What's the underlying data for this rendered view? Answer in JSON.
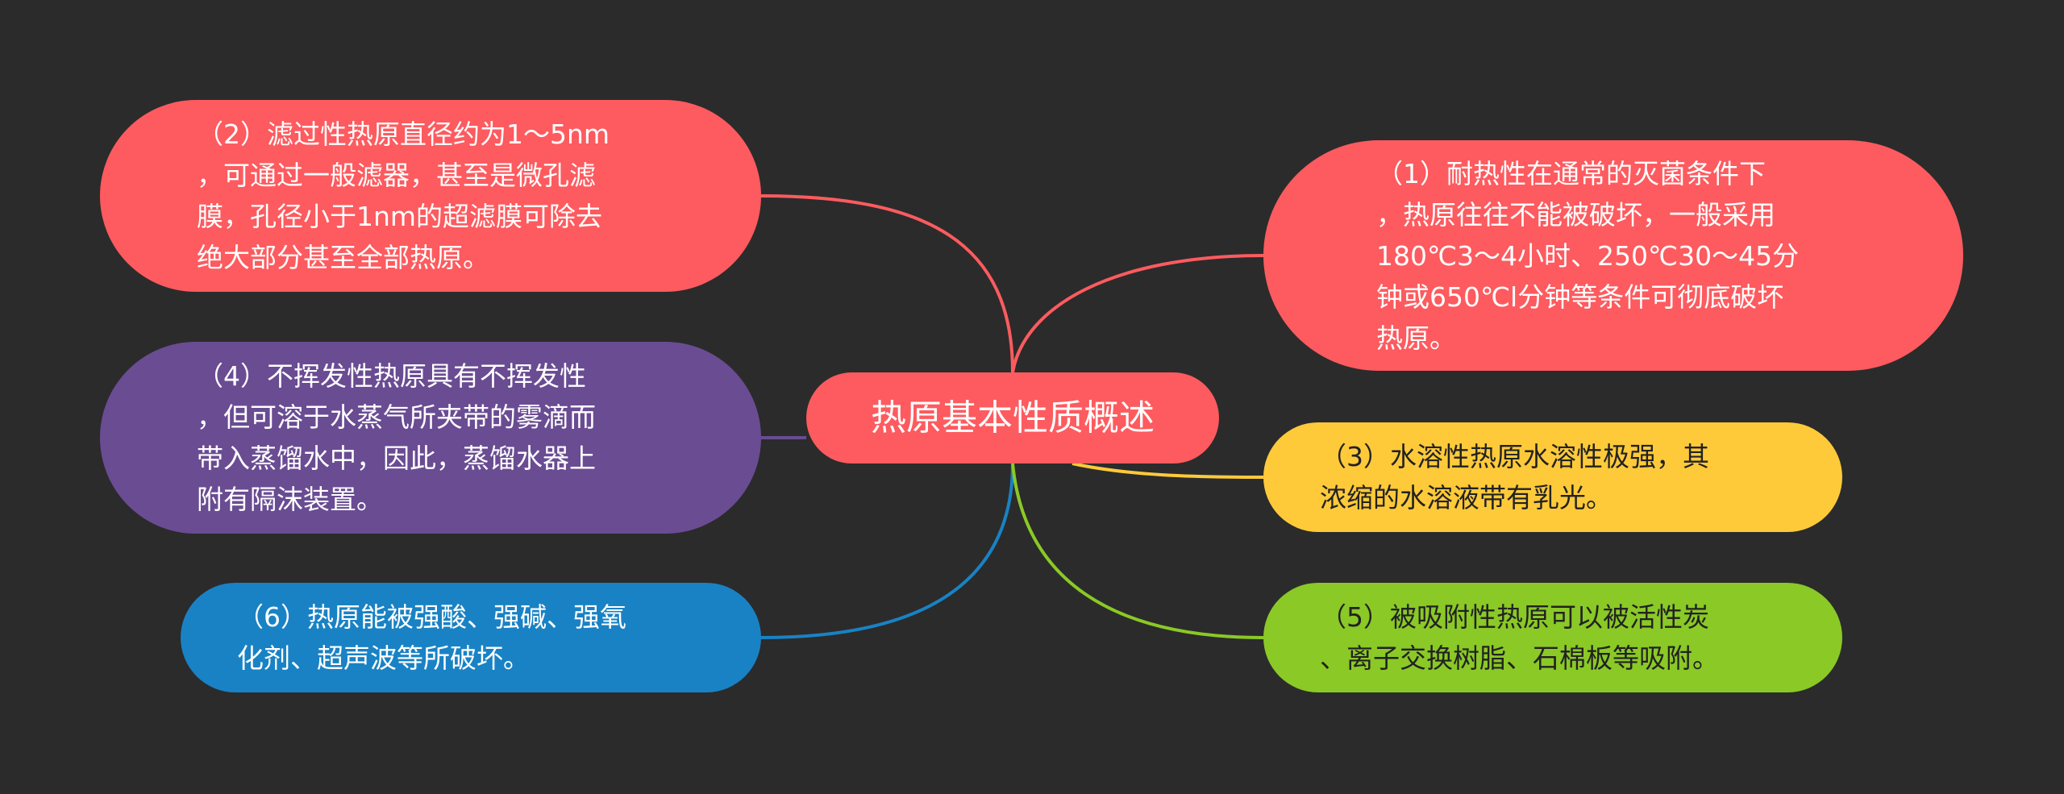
{
  "colors": {
    "background": "#2b2b2b",
    "red": "#fd5b5f",
    "purple": "#6a4c93",
    "blue": "#1982c4",
    "yellow": "#ffca3a",
    "green": "#8ac926"
  },
  "root": {
    "label": "热原基本性质概述",
    "color": "#fd5b5f"
  },
  "nodes": {
    "n2": {
      "text": "（2）滤过性热原直径约为1～5nm\n，可通过一般滤器，甚至是微孔滤\n膜，孔径小于1nm的超滤膜可除去\n绝大部分甚至全部热原。",
      "color": "#fd5b5f"
    },
    "n4": {
      "text": "（4）不挥发性热原具有不挥发性\n，但可溶于水蒸气所夹带的雾滴而\n带入蒸馏水中，因此，蒸馏水器上\n附有隔沫装置。",
      "color": "#6a4c93"
    },
    "n6": {
      "text": "（6）热原能被强酸、强碱、强氧\n化剂、超声波等所破坏。",
      "color": "#1982c4"
    },
    "n1": {
      "text": "（1）耐热性在通常的灭菌条件下\n，热原往往不能被破坏，一般采用\n180℃3～4小时、250℃30～45分\n钟或650℃l分钟等条件可彻底破坏\n热原。",
      "color": "#fd5b5f"
    },
    "n3": {
      "text": "（3）水溶性热原水溶性极强，其\n浓缩的水溶液带有乳光。",
      "color": "#ffca3a"
    },
    "n5": {
      "text": "（5）被吸附性热原可以被活性炭\n、离子交换树脂、石棉板等吸附。",
      "color": "#8ac926"
    }
  }
}
